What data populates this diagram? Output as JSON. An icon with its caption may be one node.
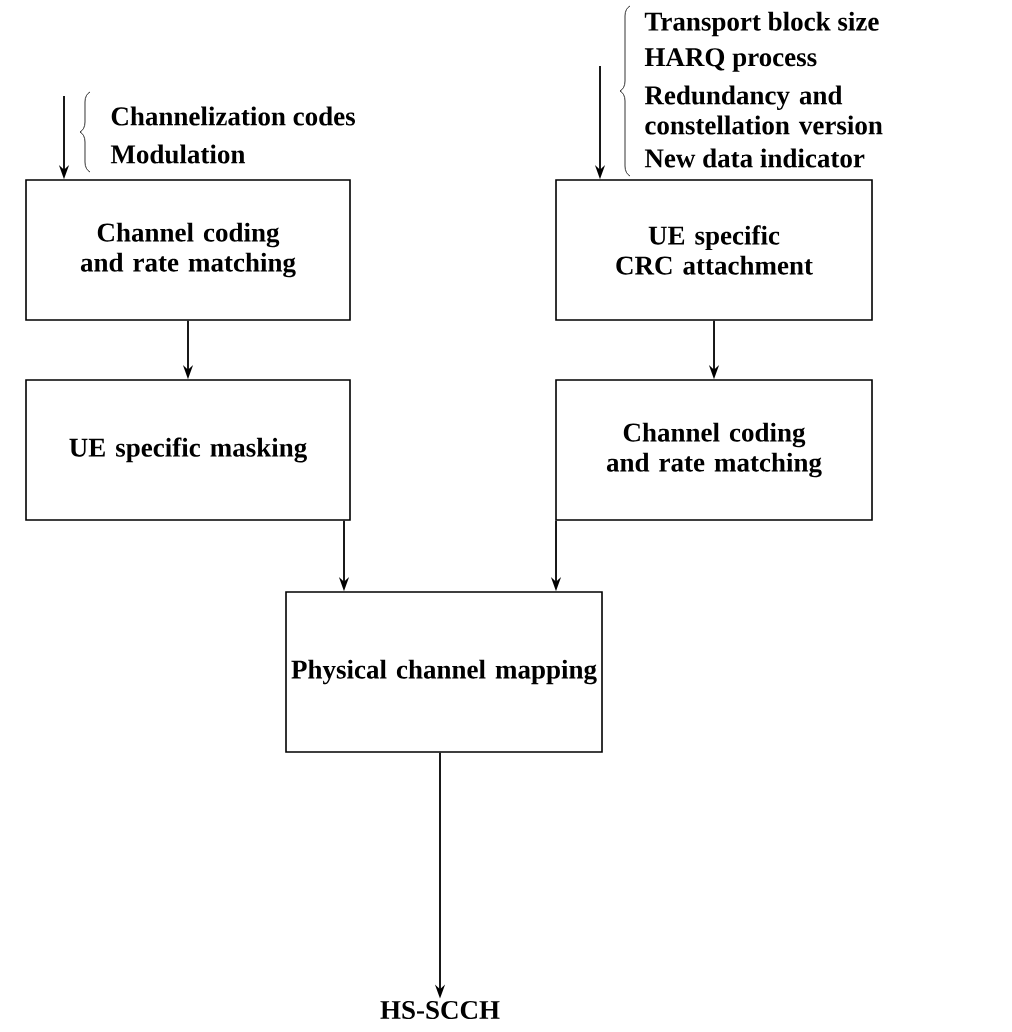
{
  "diagram": {
    "nodes": [
      {
        "text": [
          "Channel coding and rate matching"
        ]
      },
      {
        "text": [
          "UE specific CRC attachment"
        ]
      },
      {
        "text": [
          "UE specific masking"
        ]
      },
      {
        "text": [
          "Channel coding and rate matching"
        ]
      },
      {
        "text": [
          "Physical channel mapping"
        ]
      },
      {
        "text": [
          "HS-SCCH"
        ]
      }
    ],
    "edges": [
      {
        "from": null,
        "to": 0,
        "arrow": "to"
      },
      {
        "from": null,
        "to": 1,
        "arrow": "to"
      },
      {
        "from": 0,
        "to": 2,
        "arrow": "to"
      },
      {
        "from": 1,
        "to": 3,
        "arrow": "to"
      },
      {
        "from": 2,
        "to": 4,
        "arrow": "to"
      },
      {
        "from": 3,
        "to": 4,
        "arrow": "to"
      },
      {
        "from": 4,
        "to": 5,
        "arrow": "to"
      }
    ],
    "labels": [
      "Channelization codes",
      "Modulation",
      "Transport block size",
      "HARQ process",
      "Redundancy and constellation version",
      "New data indicator"
    ]
  }
}
